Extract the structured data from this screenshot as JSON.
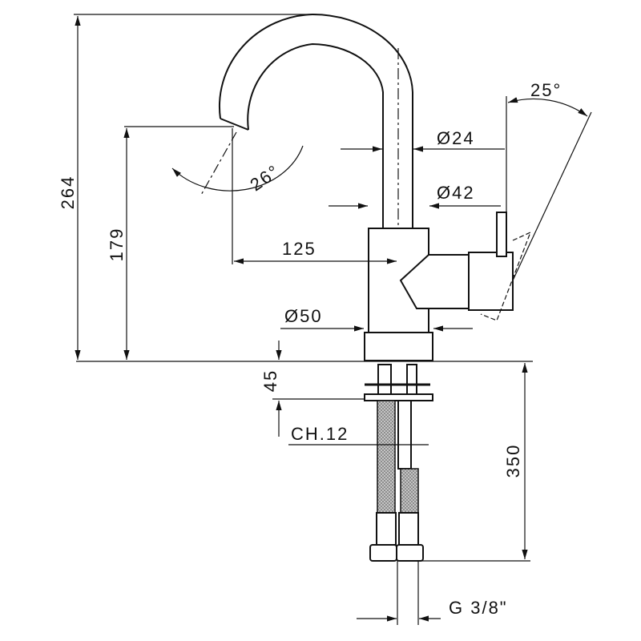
{
  "drawing": {
    "title": "Faucet technical dimension drawing",
    "dimensions": {
      "total_height": "264",
      "spout_height": "179",
      "spout_reach": "125",
      "neck_diameter": "Ø24",
      "body_diameter": "Ø42",
      "base_diameter": "Ø50",
      "lever_angle": "25°",
      "spout_rotation": "26°",
      "max_deck_thickness": "45",
      "wrench_size": "CH.12",
      "hose_length": "350",
      "connection_thread": "G 3/8\""
    }
  }
}
